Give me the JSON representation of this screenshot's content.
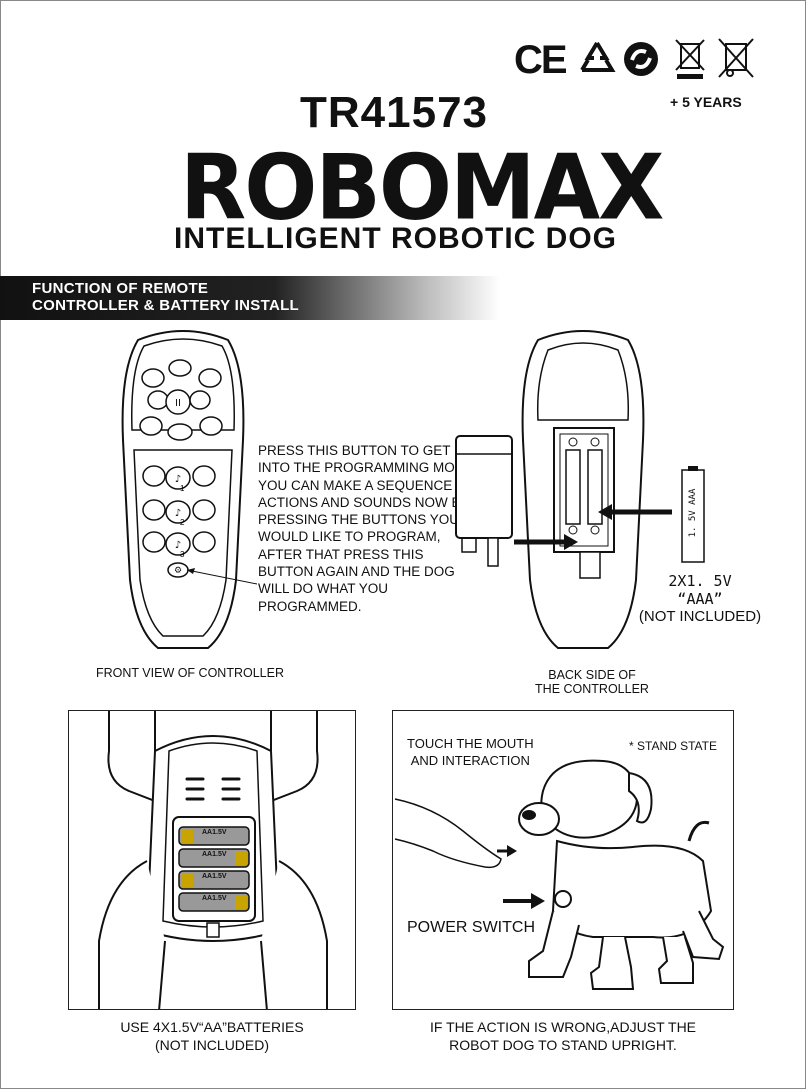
{
  "header": {
    "model": "TR41573",
    "brand": "ROBOMAX",
    "subtitle": "INTELLIGENT ROBOTIC DOG",
    "age": "+ 5 YEARS",
    "cert_marks": [
      "CE",
      "recycle",
      "green-dot",
      "weee",
      "weee"
    ]
  },
  "section": {
    "banner_line1": "FUNCTION OF REMOTE",
    "banner_line2": "CONTROLLER & BATTERY INSTALL"
  },
  "controller": {
    "instructions": "PRESS THIS BUTTON TO GET INTO THE PROGRAMMING MODE, YOU CAN MAKE A SEQUENCE OF ACTIONS AND SOUNDS NOW BY PRESSING THE BUTTONS YOU WOULD LIKE TO PROGRAM, AFTER THAT PRESS THIS BUTTON AGAIN AND THE DOG WILL DO WHAT YOU PROGRAMMED.",
    "front_label": "FRONT VIEW OF CONTROLLER",
    "back_label_1": "BACK SIDE OF",
    "back_label_2": "THE CONTROLLER",
    "battery_label_cell": "1. 5V   AAA",
    "battery_qty": "2X1. 5V",
    "battery_type": "“AAA”",
    "battery_note": "(NOT INCLUDED)",
    "button_numbers": [
      "1",
      "2",
      "3"
    ]
  },
  "dog_battery": {
    "cell_label": "AA1.5V",
    "caption_1": "USE 4X1.5V“AA”BATTERIES",
    "caption_2": "(NOT INCLUDED)"
  },
  "dog_stand": {
    "touch_1": "TOUCH THE MOUTH",
    "touch_2": "AND INTERACTION",
    "stand_state": "* STAND STATE",
    "power_switch": "POWER SWITCH",
    "caption_1": "IF THE ACTION IS WRONG,ADJUST THE",
    "caption_2": "ROBOT DOG TO STAND UPRIGHT."
  }
}
